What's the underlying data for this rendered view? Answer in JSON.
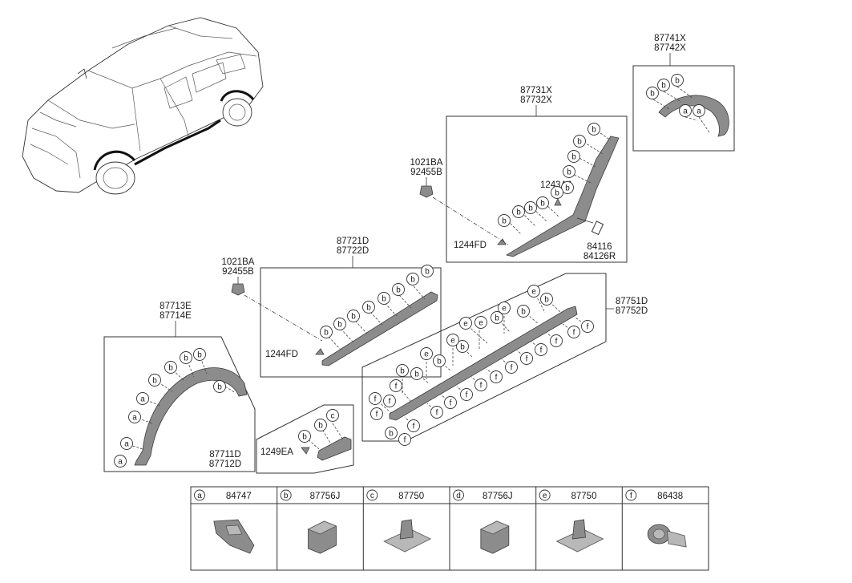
{
  "assemblies": {
    "side_sill_rear": {
      "numbers": [
        "87731X",
        "87732X"
      ],
      "callouts": [
        "b",
        "b",
        "b",
        "b",
        "b",
        "b",
        "b",
        "b",
        "b",
        "b"
      ]
    },
    "wheel_arch_rear": {
      "numbers": [
        "87741X",
        "87742X"
      ],
      "callouts": [
        "b",
        "b",
        "b",
        "a",
        "a"
      ]
    },
    "door_garnish": {
      "numbers": [
        "87721D",
        "87722D"
      ],
      "callouts": [
        "b",
        "b",
        "b",
        "b",
        "b",
        "b",
        "b",
        "b"
      ]
    },
    "side_sill_lower": {
      "numbers": [
        "87751D",
        "87752D"
      ],
      "callouts": [
        "e",
        "b",
        "e",
        "b",
        "f",
        "f",
        "e",
        "b",
        "e",
        "b",
        "f",
        "f",
        "f",
        "f",
        "e",
        "b",
        "f",
        "f",
        "f",
        "f",
        "e",
        "b",
        "f",
        "f",
        "b",
        "f",
        "f",
        "f",
        "f",
        "b",
        "f"
      ]
    },
    "wheel_arch_front": {
      "numbers": [
        "87713E",
        "87714E"
      ],
      "callouts": [
        "b",
        "b",
        "b",
        "b",
        "b",
        "a",
        "a",
        "a",
        "a"
      ]
    },
    "mud_guard": {
      "numbers": [
        "87711D",
        "87712D"
      ],
      "callouts": [
        "c",
        "b",
        "b"
      ]
    }
  },
  "fasteners": {
    "clip_rear": {
      "numbers": [
        "1021BA",
        "92455B"
      ]
    },
    "clip_front": {
      "numbers": [
        "1021BA",
        "92455B"
      ]
    },
    "bolt_rear_upper": "1243AA",
    "bolt_rear_lower": "1244FD",
    "bolt_door": "1244FD",
    "bolt_mud_guard": "1249EA",
    "label_plate": {
      "numbers": [
        "84116",
        "84126R"
      ]
    }
  },
  "legend": [
    {
      "letter": "a",
      "part": "84747",
      "icon": "retainer-clip-icon"
    },
    {
      "letter": "b",
      "part": "87756J",
      "icon": "square-clip-icon"
    },
    {
      "letter": "c",
      "part": "87750",
      "icon": "push-clip-icon"
    },
    {
      "letter": "d",
      "part": "87756J",
      "icon": "square-clip-icon"
    },
    {
      "letter": "e",
      "part": "87750",
      "icon": "push-clip-icon"
    },
    {
      "letter": "f",
      "part": "86438",
      "icon": "fastener-clip-icon"
    }
  ]
}
